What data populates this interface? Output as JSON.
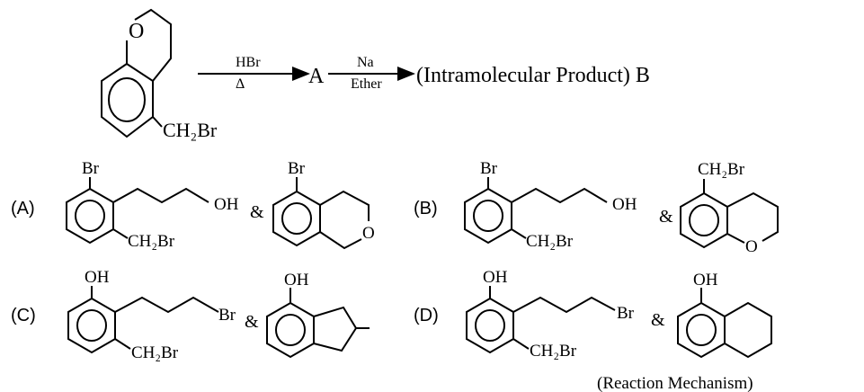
{
  "reaction": {
    "ring_oxygen": "O",
    "substituent": "CH₂Br",
    "reagent1_top": "HBr",
    "reagent1_bottom": "Δ",
    "intermediate": "A",
    "reagent2_top": "Na",
    "reagent2_bottom": "Ether",
    "product": "(Intramolecular Product) B"
  },
  "options": [
    {
      "label": "(A)",
      "m1_top": "Br",
      "m1_chain_end": "OH",
      "m1_side": "CH₂Br",
      "amp": "&",
      "m2_top": "Br",
      "m2_hetero": "O"
    },
    {
      "label": "(B)",
      "m1_top": "Br",
      "m1_chain_end": "OH",
      "m1_side": "CH₂Br",
      "amp": "&",
      "m2_top": "CH₂Br",
      "m2_hetero": "O"
    },
    {
      "label": "(C)",
      "m1_top": "OH",
      "m1_chain_end": "Br",
      "m1_side": "CH₂Br",
      "amp": "&",
      "m2_top": "OH"
    },
    {
      "label": "(D)",
      "m1_top": "OH",
      "m1_chain_end": "Br",
      "m1_side": "CH₂Br",
      "amp": "&",
      "m2_top": "OH"
    }
  ],
  "footer": "(Reaction Mechanism)"
}
